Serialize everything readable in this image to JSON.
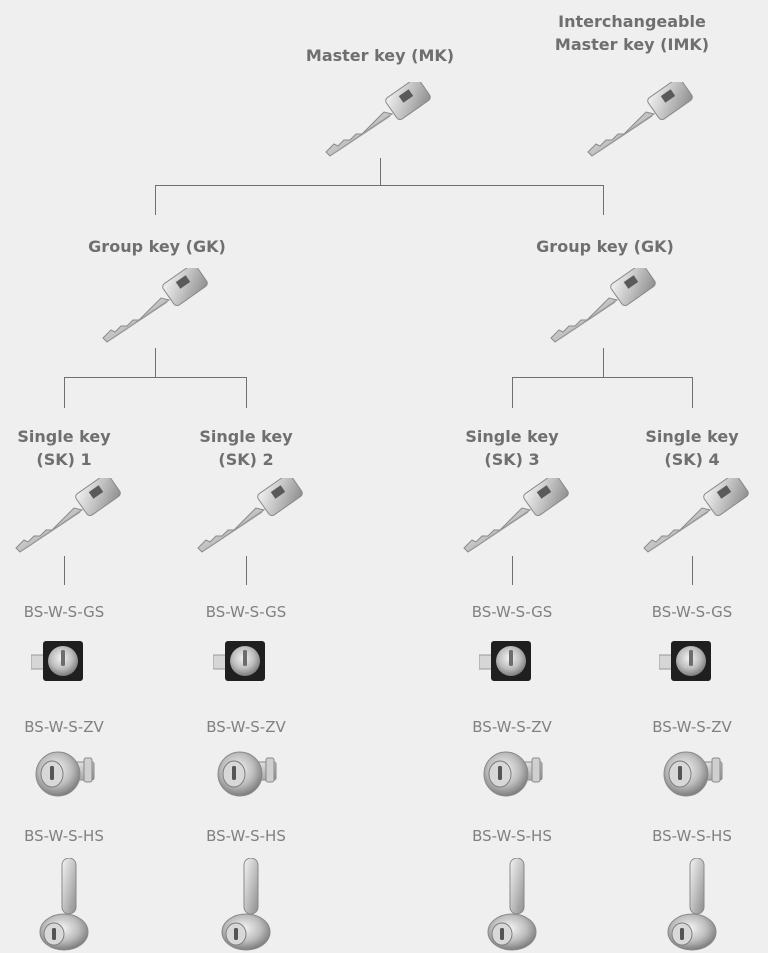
{
  "top": {
    "master": {
      "label": "Master key (MK)"
    },
    "imk": {
      "line1": "Interchangeable",
      "line2": "Master key (IMK)"
    }
  },
  "groups": [
    {
      "label": "Group key (GK)"
    },
    {
      "label": "Group key (GK)"
    }
  ],
  "singles": [
    {
      "line1": "Single key",
      "line2": "(SK) 1"
    },
    {
      "line1": "Single key",
      "line2": "(SK) 2"
    },
    {
      "line1": "Single key",
      "line2": "(SK) 3"
    },
    {
      "line1": "Single key",
      "line2": "(SK) 4"
    }
  ],
  "products": [
    "BS-W-S-GS",
    "BS-W-S-ZV",
    "BS-W-S-HS"
  ],
  "colors": {
    "background": "#efefef",
    "text": "#6f6f6f",
    "line": "#6f6f6f",
    "product_text": "#808080",
    "key_metal": "#c8c8c8"
  },
  "icons": {
    "key": "key-icon",
    "gs": "round-lock-icon",
    "zv": "cylinder-lock-icon",
    "hs": "cam-lock-icon"
  }
}
